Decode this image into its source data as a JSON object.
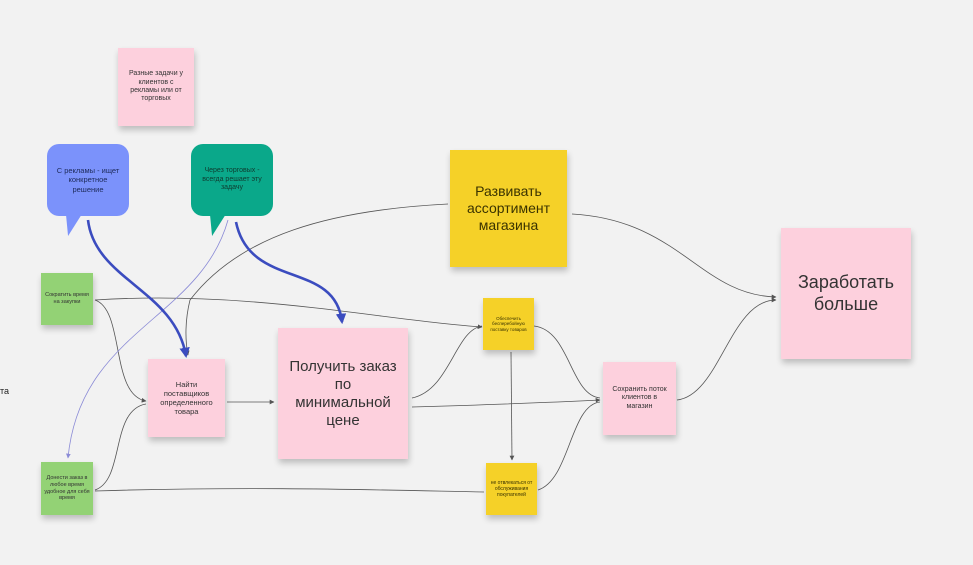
{
  "board": {
    "notes": {
      "tasks": "Разные задачи у клиентов с рекламы или от торговых",
      "ads_bubble": "С рекламы - ищет конкретное решение",
      "sales_bubble": "Через торговых - всегда решает эту задачу",
      "grow_assortment": "Развивать ассортимент магазина",
      "earn_more": "Заработать больше",
      "save_time": "Сократить время на закупки",
      "find_suppliers": "Найти поставщиков определенного товара",
      "get_order": "Получить заказ по минимальной цене",
      "small_yellow_top": "Обеспечить бесперебойную поставку товаров",
      "small_yellow_bottom": "не отвлекаться от обслуживания покупателей",
      "keep_flow": "Сохранить поток клиентов в магазин",
      "deliver_order": "Донести заказ в любое время удобное для себя время"
    },
    "edge_fragment": "та"
  },
  "colors": {
    "background": "#f2f2f2",
    "sticky_pink": "#fdd0dd",
    "sticky_yellow": "#f5d128",
    "sticky_green": "#93d275",
    "bubble_blue": "#7b92fb",
    "bubble_teal": "#0aa88a",
    "arrow_blue": "#3b4cbf",
    "connector_gray": "#555555",
    "connector_purple": "#8a8ad6"
  }
}
